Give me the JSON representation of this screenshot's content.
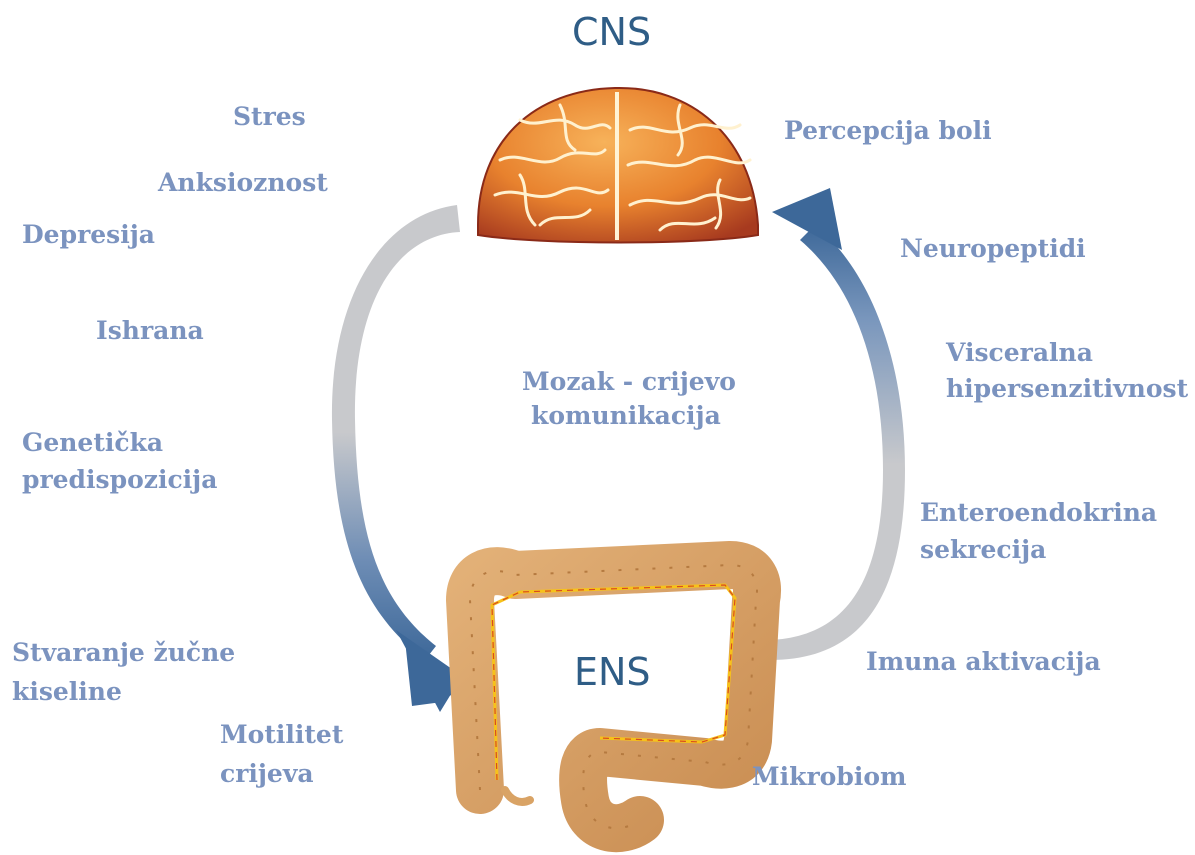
{
  "cns_label": "CNS",
  "ens_label": "ENS",
  "center_label_line1": "Mozak - crijevo",
  "center_label_line2": "komunikacija",
  "left_factors": {
    "stres": "Stres",
    "anksioznost": "Anksioznost",
    "depresija": "Depresija",
    "ishrana": "Ishrana",
    "geneticka_line1": "Genetička",
    "geneticka_line2": "predispozicija",
    "zucne_line1": "Stvaranje žučne",
    "zucne_line2": "kiseline",
    "motilitet_line1": "Motilitet",
    "motilitet_line2": "crijeva"
  },
  "right_factors": {
    "percepcija": "Percepcija boli",
    "neuropeptidi": "Neuropeptidi",
    "visceralna_line1": "Visceralna",
    "visceralna_line2": "hipersenzitivnost",
    "entero_line1": "Enteroendokrina",
    "entero_line2": "sekrecija",
    "imuna": "Imuna aktivacija",
    "mikrobiom": "Mikrobiom"
  },
  "colors": {
    "label_text": "#7b93bf",
    "organ_title": "#2f5d86",
    "arrow_blue": "#3d6899",
    "arrow_gray": "#c6c8cb",
    "brain_orange": "#e8822e",
    "brain_dark": "#9a2a1a",
    "intestine": "#d9a365"
  }
}
